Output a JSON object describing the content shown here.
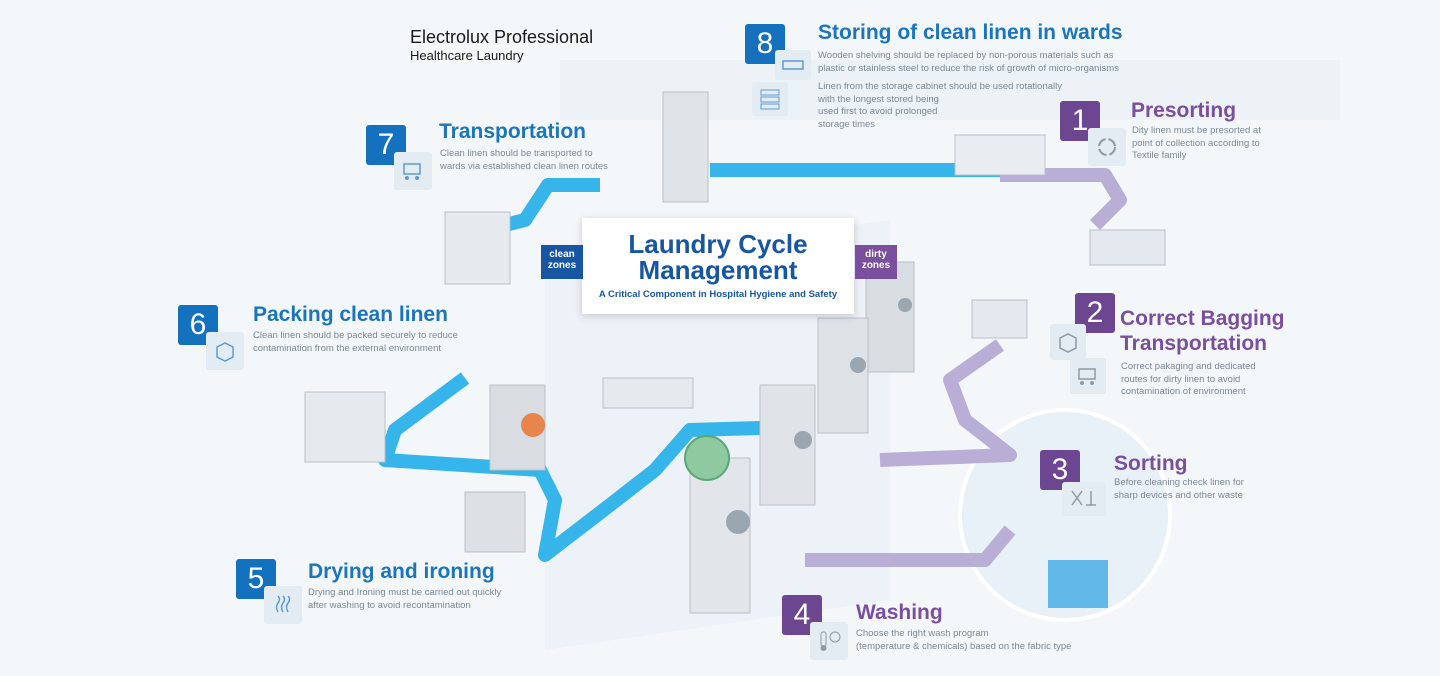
{
  "brand": {
    "line1": "Electrolux Professional",
    "line2": "Healthcare Laundry"
  },
  "center": {
    "title_line1": "Laundry Cycle",
    "title_line2": "Management",
    "subtitle": "A Critical Component in Hospital Hygiene and Safety",
    "clean_zones": [
      "clean",
      "zones"
    ],
    "dirty_zones": [
      "dirty",
      "zones"
    ]
  },
  "colors": {
    "blue": "#1471bd",
    "purple": "#6d4691",
    "clean_path": "#35b5ea",
    "dirty_path": "#b8aed6"
  },
  "steps": [
    {
      "number": "1",
      "title": "Presorting",
      "desc": [
        "Dity linen must be presorted at",
        "point of collection according to",
        "Textile family"
      ],
      "icons": [
        "recycle-icon"
      ]
    },
    {
      "number": "2",
      "title": [
        "Correct Bagging",
        "Transportation"
      ],
      "desc": [
        "Correct pakaging and dedicated",
        "routes for dirty linen to avoid",
        "contamination of environment"
      ],
      "icons": [
        "box-icon",
        "cart-icon"
      ]
    },
    {
      "number": "3",
      "title": "Sorting",
      "desc": [
        "Before cleaning check linen for",
        "sharp devices and other waste"
      ],
      "icons": [
        "scissors-icon"
      ]
    },
    {
      "number": "4",
      "title": "Washing",
      "desc": [
        "Choose the right wash program",
        "(temperature & chemicals) based on the fabric type"
      ],
      "icons": [
        "thermometer-clock-icon"
      ]
    },
    {
      "number": "5",
      "title": "Drying and ironing",
      "desc": [
        "Drying and Ironing must be carried out quickly",
        "after washing to avoid recontamination"
      ],
      "icons": [
        "steam-icon"
      ]
    },
    {
      "number": "6",
      "title": "Packing clean linen",
      "desc": [
        "Clean linen should be packed securely to reduce",
        "contamination from the external environment"
      ],
      "icons": [
        "box-icon"
      ]
    },
    {
      "number": "7",
      "title": "Transportation",
      "desc": [
        "Clean linen should be transported to",
        "wards via established clean linen routes"
      ],
      "icons": [
        "cart-icon"
      ]
    },
    {
      "number": "8",
      "title": "Storing of clean linen in wards",
      "desc": [
        "Wooden shelving should be replaced by non-porous materials such as",
        "plastic or stainless steel to reduce the risk of growth of micro-organisms"
      ],
      "desc2": [
        "Linen from the storage cabinet should be used rotationally",
        "with the longest stored being",
        "used first to avoid prolonged",
        "storage times"
      ],
      "icons": [
        "folded-linen-icon",
        "shelf-icon"
      ]
    }
  ]
}
